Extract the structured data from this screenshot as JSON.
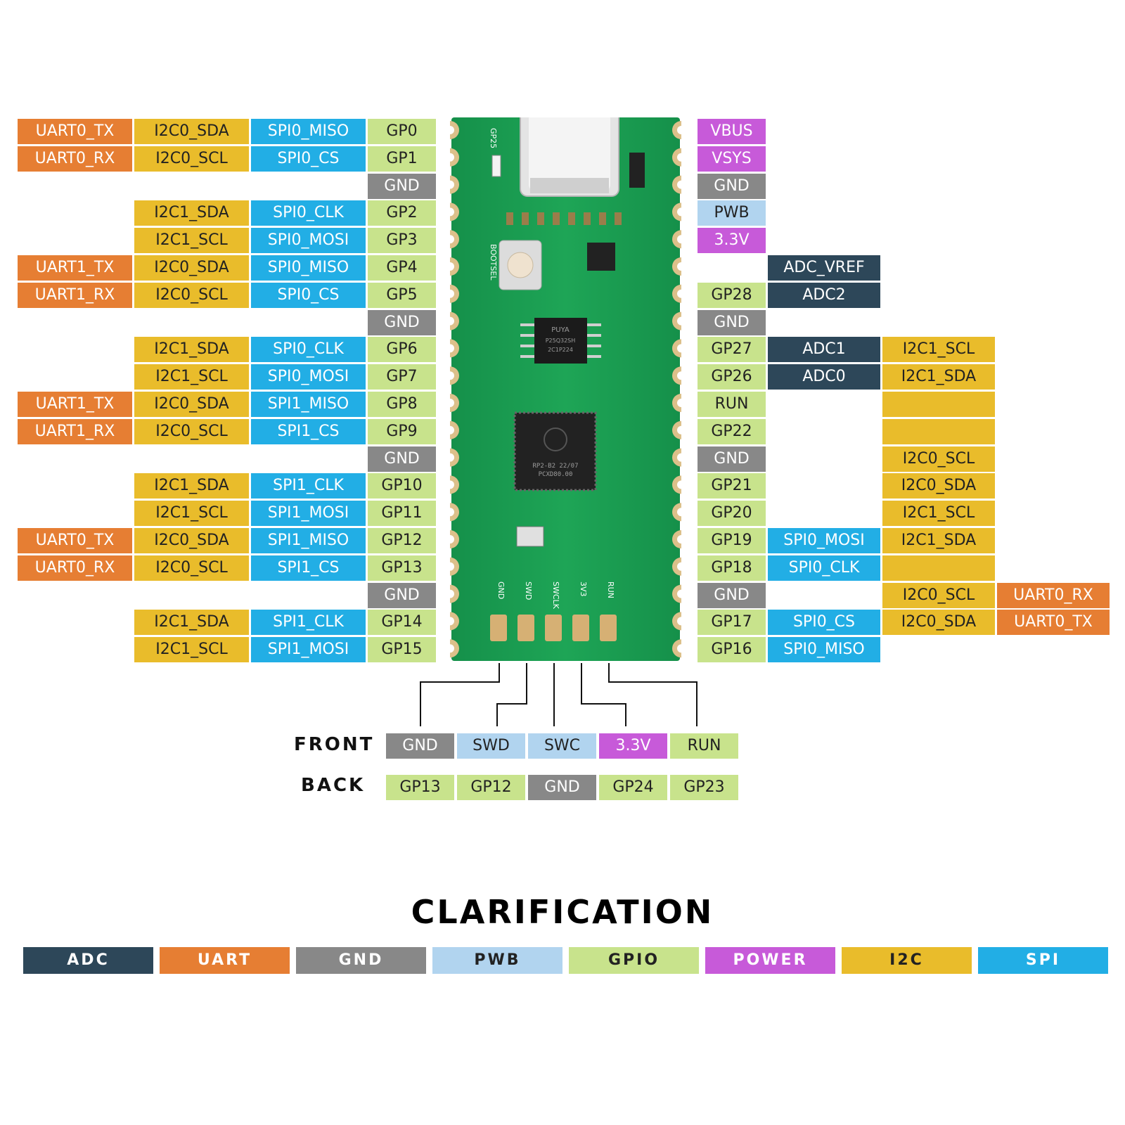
{
  "left_rows": [
    {
      "uart": "UART0_TX",
      "i2c": "I2C0_SDA",
      "spi": "SPI0_MISO",
      "pin": "GP0"
    },
    {
      "uart": "UART0_RX",
      "i2c": "I2C0_SCL",
      "spi": "SPI0_CS",
      "pin": "GP1"
    },
    {
      "pin": "GND",
      "pin_type": "gnd"
    },
    {
      "i2c": "I2C1_SDA",
      "spi": "SPI0_CLK",
      "pin": "GP2"
    },
    {
      "i2c": "I2C1_SCL",
      "spi": "SPI0_MOSI",
      "pin": "GP3"
    },
    {
      "uart": "UART1_TX",
      "i2c": "I2C0_SDA",
      "spi": "SPI0_MISO",
      "pin": "GP4"
    },
    {
      "uart": "UART1_RX",
      "i2c": "I2C0_SCL",
      "spi": "SPI0_CS",
      "pin": "GP5"
    },
    {
      "pin": "GND",
      "pin_type": "gnd"
    },
    {
      "i2c": "I2C1_SDA",
      "spi": "SPI0_CLK",
      "pin": "GP6"
    },
    {
      "i2c": "I2C1_SCL",
      "spi": "SPI0_MOSI",
      "pin": "GP7"
    },
    {
      "uart": "UART1_TX",
      "i2c": "I2C0_SDA",
      "spi": "SPI1_MISO",
      "pin": "GP8"
    },
    {
      "uart": "UART1_RX",
      "i2c": "I2C0_SCL",
      "spi": "SPI1_CS",
      "pin": "GP9"
    },
    {
      "pin": "GND",
      "pin_type": "gnd"
    },
    {
      "i2c": "I2C1_SDA",
      "spi": "SPI1_CLK",
      "pin": "GP10"
    },
    {
      "i2c": "I2C1_SCL",
      "spi": "SPI1_MOSI",
      "pin": "GP11"
    },
    {
      "uart": "UART0_TX",
      "i2c": "I2C0_SDA",
      "spi": "SPI1_MISO",
      "pin": "GP12"
    },
    {
      "uart": "UART0_RX",
      "i2c": "I2C0_SCL",
      "spi": "SPI1_CS",
      "pin": "GP13"
    },
    {
      "pin": "GND",
      "pin_type": "gnd"
    },
    {
      "i2c": "I2C1_SDA",
      "spi": "SPI1_CLK",
      "pin": "GP14"
    },
    {
      "i2c": "I2C1_SCL",
      "spi": "SPI1_MOSI",
      "pin": "GP15"
    }
  ],
  "right_rows": [
    {
      "pin": "VBUS",
      "pin_type": "pwr"
    },
    {
      "pin": "VSYS",
      "pin_type": "pwr"
    },
    {
      "pin": "GND",
      "pin_type": "gnd"
    },
    {
      "pin": "PWB",
      "pin_type": "pwb"
    },
    {
      "pin": "3.3V",
      "pin_type": "pwr"
    },
    {
      "pin": "",
      "adc": "ADC_VREF"
    },
    {
      "pin": "GP28",
      "adc": "ADC2"
    },
    {
      "pin": "GND",
      "pin_type": "gnd"
    },
    {
      "pin": "GP27",
      "adc": "ADC1",
      "i2c": "I2C1_SCL"
    },
    {
      "pin": "GP26",
      "adc": "ADC0",
      "i2c": "I2C1_SDA"
    },
    {
      "pin": "RUN",
      "i2c": ""
    },
    {
      "pin": "GP22",
      "i2c": ""
    },
    {
      "pin": "GND",
      "pin_type": "gnd",
      "i2c": "I2C0_SCL"
    },
    {
      "pin": "GP21",
      "i2c": "I2C0_SDA"
    },
    {
      "pin": "GP20",
      "i2c": "I2C1_SCL"
    },
    {
      "pin": "GP19",
      "spi": "SPI0_MOSI",
      "i2c": "I2C1_SDA"
    },
    {
      "pin": "GP18",
      "spi": "SPI0_CLK",
      "i2c": ""
    },
    {
      "pin": "GND",
      "pin_type": "gnd",
      "i2c": "I2C0_SCL",
      "uart": "UART0_RX"
    },
    {
      "pin": "GP17",
      "spi": "SPI0_CS",
      "i2c": "I2C0_SDA",
      "uart": "UART0_TX"
    },
    {
      "pin": "GP16",
      "spi": "SPI0_MISO"
    }
  ],
  "board": {
    "silk_gp25": "GP25",
    "silk_bootsel": "BOOTSEL",
    "flash_chip_text": [
      "PUYA",
      "P25Q32SH",
      "2C1P224"
    ],
    "mcu_text": [
      "RP2-B2   22/07",
      "PCXD80.00"
    ],
    "debug_silk": [
      "GND",
      "SWD",
      "SWCLK",
      "3V3",
      "RUN"
    ]
  },
  "debug": {
    "front_title": "FRONT",
    "back_title": "BACK",
    "front": [
      {
        "label": "GND",
        "type": "gnd"
      },
      {
        "label": "SWD",
        "type": "pwb"
      },
      {
        "label": "SWC",
        "type": "pwb"
      },
      {
        "label": "3.3V",
        "type": "pwr"
      },
      {
        "label": "RUN",
        "type": "gpio"
      }
    ],
    "back": [
      {
        "label": "GP13",
        "type": "gpio"
      },
      {
        "label": "GP12",
        "type": "gpio"
      },
      {
        "label": "GND",
        "type": "gnd"
      },
      {
        "label": "GP24",
        "type": "gpio"
      },
      {
        "label": "GP23",
        "type": "gpio"
      }
    ]
  },
  "clarification": {
    "title": "CLARIFICATION",
    "items": [
      {
        "label": "ADC",
        "type": "adc"
      },
      {
        "label": "UART",
        "type": "uart"
      },
      {
        "label": "GND",
        "type": "gnd"
      },
      {
        "label": "PWB",
        "type": "pwb"
      },
      {
        "label": "GPIO",
        "type": "gpio"
      },
      {
        "label": "POWER",
        "type": "pwr"
      },
      {
        "label": "I2C",
        "type": "i2c"
      },
      {
        "label": "SPI",
        "type": "spi"
      }
    ]
  },
  "colors": {
    "adc": "#2d4759",
    "uart": "#e67e33",
    "gnd": "#888888",
    "pwb": "#b1d4ef",
    "gpio": "#c8e38c",
    "pwr": "#c75ad9",
    "i2c": "#e9bc2b",
    "spi": "#22aee5",
    "pcb": "#1a9a4a"
  }
}
